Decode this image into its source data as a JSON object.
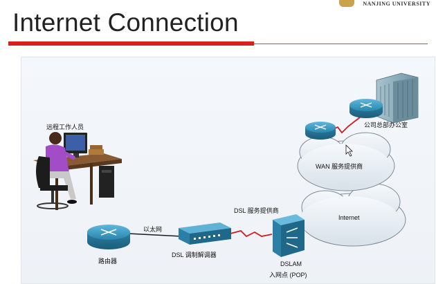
{
  "header": {
    "university": "NANJING UNIVERSITY",
    "title": "Internet Connection"
  },
  "diagram": {
    "nodes": {
      "teleworker": "远程工作人员",
      "router": "路由器",
      "dsl_modem": "DSL 调制解调器",
      "dslam": "DSLAM",
      "pop": "入网点 (POP)",
      "dsl_provider": "DSL 服务提供商",
      "internet": "Internet",
      "wan_provider": "WAN 服务提供商",
      "headquarters": "公司总部办公室"
    },
    "links": {
      "ethernet": "以太网"
    },
    "colors": {
      "wan_link": "#d11a1a",
      "ethernet_link": "#1a1a1a",
      "router_body": "#2b8eb6",
      "cloud": "#e4ebf2",
      "building": "#8fb0bf"
    }
  }
}
